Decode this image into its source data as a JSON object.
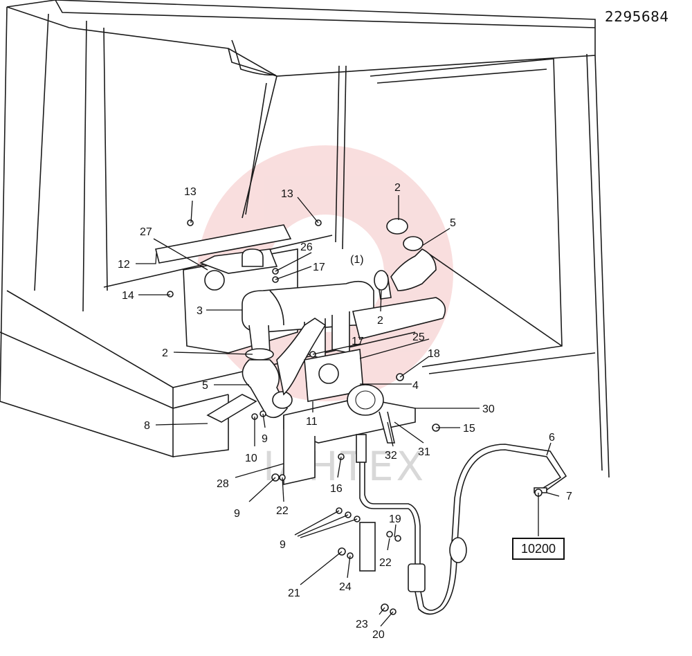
{
  "document_number": "2295684",
  "reference_box": "10200",
  "watermark": "IAHTEX",
  "callouts": [
    {
      "id": "c13a",
      "label": "13"
    },
    {
      "id": "c13b",
      "label": "13"
    },
    {
      "id": "c2a",
      "label": "2"
    },
    {
      "id": "c5a",
      "label": "5"
    },
    {
      "id": "c27",
      "label": "27"
    },
    {
      "id": "c26",
      "label": "26"
    },
    {
      "id": "c1",
      "label": "(1)"
    },
    {
      "id": "c12",
      "label": "12"
    },
    {
      "id": "c17a",
      "label": "17"
    },
    {
      "id": "c14",
      "label": "14"
    },
    {
      "id": "c3",
      "label": "3"
    },
    {
      "id": "c2b",
      "label": "2"
    },
    {
      "id": "c2c",
      "label": "2"
    },
    {
      "id": "c17b",
      "label": "17"
    },
    {
      "id": "c25",
      "label": "25"
    },
    {
      "id": "c18",
      "label": "18"
    },
    {
      "id": "c5b",
      "label": "5"
    },
    {
      "id": "c4",
      "label": "4"
    },
    {
      "id": "c8",
      "label": "8"
    },
    {
      "id": "c11",
      "label": "11"
    },
    {
      "id": "c30",
      "label": "30"
    },
    {
      "id": "c15",
      "label": "15"
    },
    {
      "id": "c10",
      "label": "10"
    },
    {
      "id": "c9a",
      "label": "9"
    },
    {
      "id": "c32",
      "label": "32"
    },
    {
      "id": "c31",
      "label": "31"
    },
    {
      "id": "c6",
      "label": "6"
    },
    {
      "id": "c28",
      "label": "28"
    },
    {
      "id": "c16",
      "label": "16"
    },
    {
      "id": "c7",
      "label": "7"
    },
    {
      "id": "c9b",
      "label": "9"
    },
    {
      "id": "c22a",
      "label": "22"
    },
    {
      "id": "c9c",
      "label": "9"
    },
    {
      "id": "c19",
      "label": "19"
    },
    {
      "id": "c22b",
      "label": "22"
    },
    {
      "id": "c21",
      "label": "21"
    },
    {
      "id": "c24",
      "label": "24"
    },
    {
      "id": "c23",
      "label": "23"
    },
    {
      "id": "c20",
      "label": "20"
    }
  ]
}
